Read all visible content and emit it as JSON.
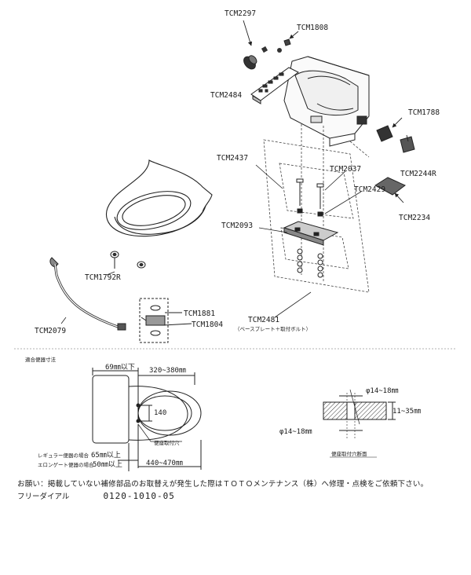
{
  "parts": {
    "tcm2297": "TCM2297",
    "tcm1808": "TCM1808",
    "tcm2484": "TCM2484",
    "tcm1788": "TCM1788",
    "tcm2244r": "TCM2244R",
    "tcm2437": "TCM2437",
    "tcm2037": "TCM2037",
    "tcm2429": "TCM2429",
    "tcm2234": "TCM2234",
    "tcm2093": "TCM2093",
    "tcm1792r": "TCM1792R",
    "tcm1881": "TCM1881",
    "tcm1804": "TCM1804",
    "tcm2481": "TCM2481",
    "tcm2481_sub": "（ベースプレート＋取付ボルト）",
    "tcm2079": "TCM2079"
  },
  "dims": {
    "section_title": "適合便器寸法",
    "d69": "69㎜以下",
    "d320_380": "320~380㎜",
    "d140": "140",
    "hole_label": "便座取付穴",
    "regular": "レギュラー便器の場合",
    "regular_val": "65㎜以上",
    "elongated": "エロンゲート便器の場合",
    "elongated_val": "50㎜以上",
    "d440_470": "440~470㎜",
    "phi_top": "φ14~18㎜",
    "thick": "11~35㎜",
    "phi_bottom": "φ14~18㎜",
    "hole_section": "便座取付穴断面"
  },
  "footer": {
    "note": "お願い：掲載していない補修部品のお取替えが発生した際はＴＯＴＯメンテナンス（株）へ修理・点検をご依頼下さい。",
    "dial_label": "フリーダイアル",
    "dial_number": "0120-1010-05"
  }
}
